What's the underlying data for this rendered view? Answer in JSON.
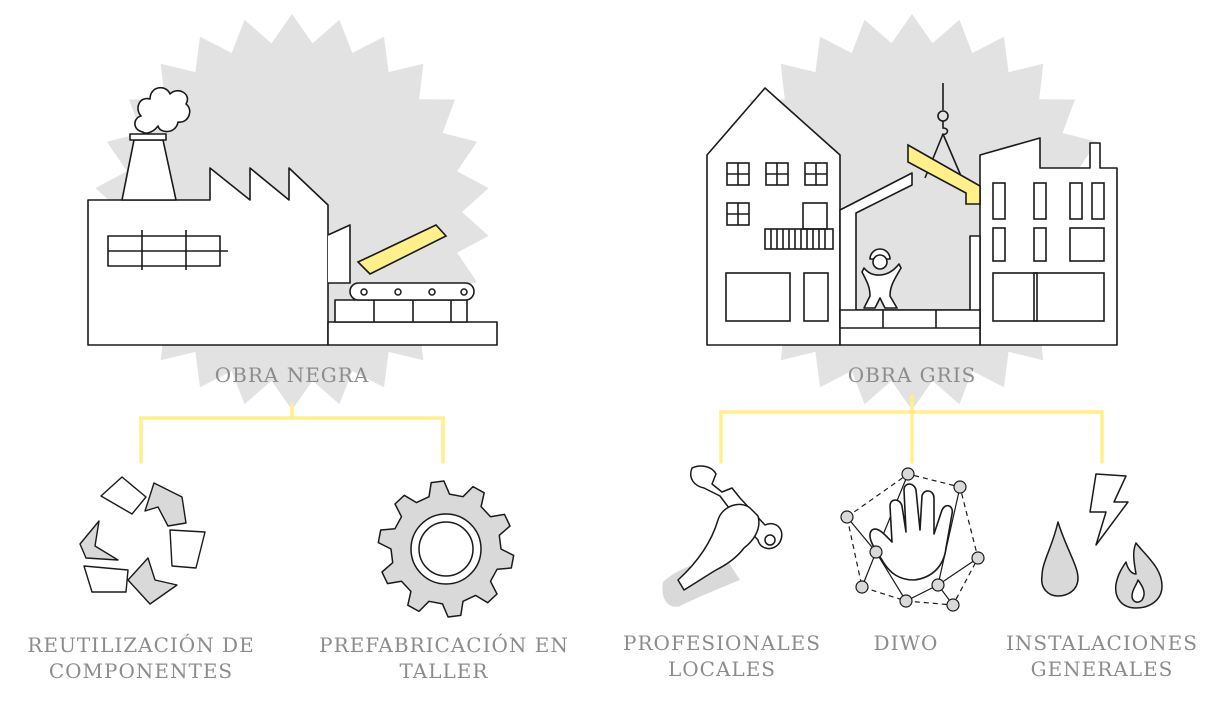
{
  "colors": {
    "accent": "#fff08a",
    "stroke": "#1a1a1a",
    "shade": "#e2e2e2",
    "label": "#8c8c8c"
  },
  "groups": [
    {
      "label": "OBRA NEGRA"
    },
    {
      "label": "OBRA GRIS"
    }
  ],
  "items": [
    {
      "lines": [
        "REUTILIZACIÓN DE",
        "COMPONENTES"
      ],
      "icon": "recycle-icon"
    },
    {
      "lines": [
        "PREFABRICACIÓN EN",
        "TALLER"
      ],
      "icon": "gear-icon"
    },
    {
      "lines": [
        "PROFESIONALES",
        "LOCALES"
      ],
      "icon": "wrench-hand-icon"
    },
    {
      "lines": [
        "DIWO"
      ],
      "icon": "network-hand-icon"
    },
    {
      "lines": [
        "INSTALACIONES",
        "GENERALES"
      ],
      "icon": "utilities-icon"
    }
  ]
}
